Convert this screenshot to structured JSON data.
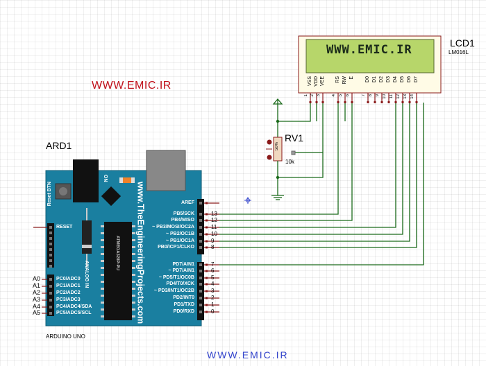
{
  "watermark": {
    "top": "WWW.EMIC.IR",
    "bottom": "WWW.EMIC.IR"
  },
  "lcd": {
    "ref": "LCD1",
    "model": "LM016L",
    "display_text": "WWW.EMIC.IR",
    "pins": [
      {
        "name": "VSS",
        "num": "1"
      },
      {
        "name": "VDD",
        "num": "2"
      },
      {
        "name": "VEE",
        "num": "3"
      },
      {
        "name": "RS",
        "num": "4"
      },
      {
        "name": "RW",
        "num": "5"
      },
      {
        "name": "E",
        "num": "6"
      },
      {
        "name": "D0",
        "num": "7"
      },
      {
        "name": "D1",
        "num": "8"
      },
      {
        "name": "D2",
        "num": "9"
      },
      {
        "name": "D3",
        "num": "10"
      },
      {
        "name": "D4",
        "num": "11"
      },
      {
        "name": "D5",
        "num": "12"
      },
      {
        "name": "D6",
        "num": "13"
      },
      {
        "name": "D7",
        "num": "14"
      }
    ],
    "colors": {
      "screen": "#b7d66a",
      "bezel": "#fffbe6"
    }
  },
  "potentiometer": {
    "ref": "RV1",
    "value": "10k",
    "percent_label": "50%"
  },
  "arduino": {
    "ref": "ARD1",
    "model": "ARDUINO UNO",
    "brand_text": "www.TheEngineeringProjects.com",
    "reset_label": "Reset BTN",
    "on_label": "ON",
    "analog_label": "ANALOG IN",
    "chip_label": "ATMEGA328P-PU",
    "board_color": "#1a7fa0",
    "left_header": {
      "reset": "RESET"
    },
    "analog_pins": [
      {
        "ext": "A0",
        "label": "PC0/ADC0"
      },
      {
        "ext": "A1",
        "label": "PC1/ADC1"
      },
      {
        "ext": "A2",
        "label": "PC2/ADC2"
      },
      {
        "ext": "A3",
        "label": "PC3/ADC3"
      },
      {
        "ext": "A4",
        "label": "PC4/ADC4/SDA"
      },
      {
        "ext": "A5",
        "label": "PC5/ADC5/SCL"
      }
    ],
    "digital_high": [
      {
        "label": "AREF",
        "num": ""
      },
      {
        "label": "PB5/SCK",
        "num": "13"
      },
      {
        "label": "PB4/MISO",
        "num": "12"
      },
      {
        "label": "~ PB3/MOSI/OC2A",
        "num": "11"
      },
      {
        "label": "~ PB2/OC1B",
        "num": "10"
      },
      {
        "label": "~ PB1/OC1A",
        "num": "9"
      },
      {
        "label": "PB0/ICP1/CLKO",
        "num": "8"
      }
    ],
    "digital_low": [
      {
        "label": "PD7/AIN1",
        "num": "7"
      },
      {
        "label": "~ PD7/AIN1",
        "num": "6"
      },
      {
        "label": "~ PD5/T1/OC0B",
        "num": "5"
      },
      {
        "label": "PD4/T0/XCK",
        "num": "4"
      },
      {
        "label": "~ PD3/INT1/OC2B",
        "num": "3"
      },
      {
        "label": "PD2/INT0",
        "num": "2"
      },
      {
        "label": "PD1/TXD",
        "num": "1"
      },
      {
        "label": "PD0/RXD",
        "num": "0"
      }
    ]
  },
  "connections": [
    {
      "from": "D13",
      "to": "RS"
    },
    {
      "from": "D12",
      "to": "E"
    },
    {
      "from": "D11",
      "to": "D4"
    },
    {
      "from": "D10",
      "to": "D5"
    },
    {
      "from": "D9",
      "to": "D6"
    },
    {
      "from": "D8",
      "to": "D7"
    }
  ],
  "wire_color": "#1a6a1a"
}
